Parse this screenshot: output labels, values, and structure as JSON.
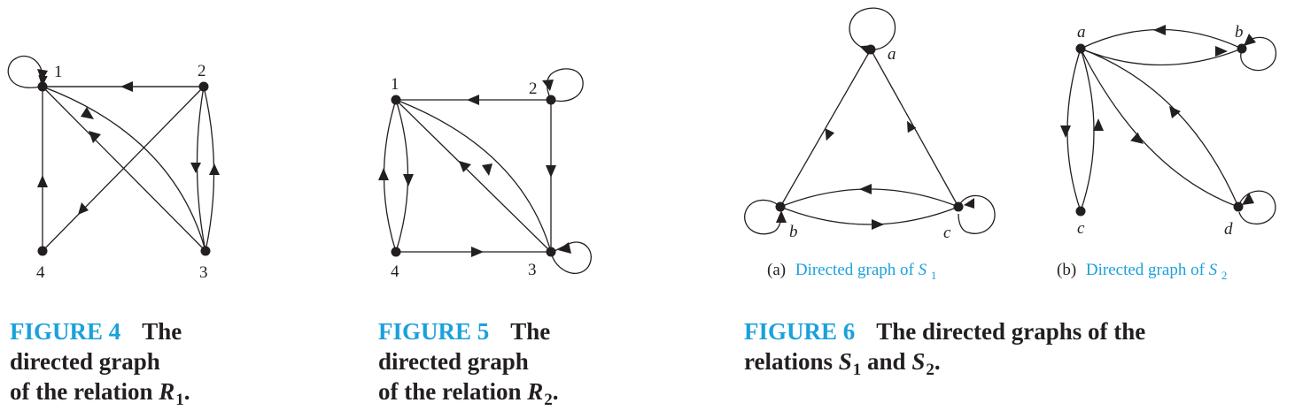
{
  "figures": [
    {
      "id": "FIGURE 4",
      "caption_l1": "The",
      "caption_l2": "directed graph",
      "caption_l3": "of the relation ",
      "relation": "R",
      "relation_sub": "1",
      "caption_end": ".",
      "nodes": [
        "1",
        "2",
        "3",
        "4"
      ]
    },
    {
      "id": "FIGURE 5",
      "caption_l1": "The",
      "caption_l2": "directed graph",
      "caption_l3": "of the relation ",
      "relation": "R",
      "relation_sub": "2",
      "caption_end": ".",
      "nodes": [
        "1",
        "2",
        "3",
        "4"
      ]
    },
    {
      "id": "FIGURE 6",
      "caption_l1": "The directed graphs of the",
      "caption_l2a": "relations ",
      "s": "S",
      "s1_sub": "1",
      "and": " and ",
      "s2_sub": "2",
      "caption_end": ".",
      "sub_a": {
        "prefix": "(a)",
        "text": "Directed graph of ",
        "rel": "S",
        "sub": "1",
        "nodes": [
          "a",
          "b",
          "c"
        ]
      },
      "sub_b": {
        "prefix": "(b)",
        "text": "Directed graph of ",
        "rel": "S",
        "sub": "2",
        "nodes": [
          "a",
          "b",
          "c",
          "d"
        ]
      }
    }
  ]
}
